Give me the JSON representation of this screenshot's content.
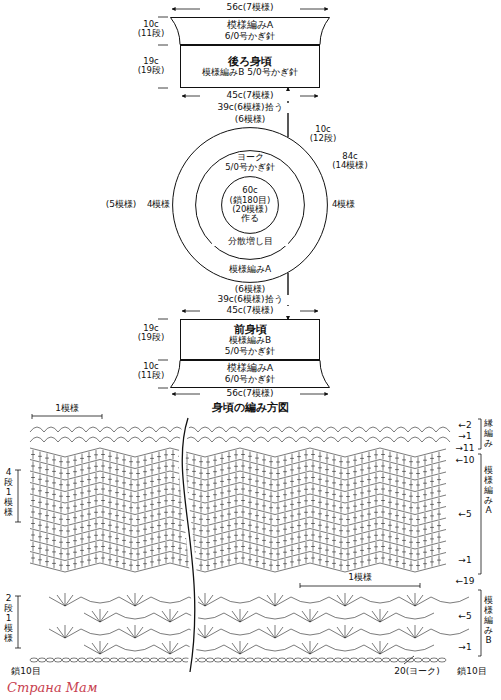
{
  "diagram": {
    "nodes": [
      {
        "text": [
          "模様編みA",
          "6/0号かぎ針"
        ]
      },
      {
        "text": [
          "後ろ身頃",
          "模様編みB 5/0号かぎ針"
        ]
      },
      {
        "text": [
          "模様編みA"
        ]
      },
      {
        "text": [
          "ヨーク",
          "5/0号かぎ針"
        ],
        "in": 2
      },
      {
        "text": [
          "60c (鎖180目) (20模様) 作る"
        ],
        "in": 3
      },
      {
        "text": [
          "前身頃",
          "模様編みB",
          "5/0号かぎ針"
        ]
      },
      {
        "text": [
          "模様編みA",
          "6/0号かぎ針"
        ]
      }
    ],
    "edges": [
      {
        "from": 2,
        "to": 1,
        "arrow": "to"
      },
      {
        "from": 2,
        "to": 5,
        "arrow": "to"
      }
    ],
    "labels": [
      "56c(7模様)",
      "10c (11段)",
      "19c (19段)",
      "45c(7模様)",
      "39c(6模様)拾う",
      "(6模様)",
      "(5模様)",
      "4模様",
      "4模様",
      "10c (12段)",
      "84c (14模様)",
      "分散増し目",
      "(6模様)",
      "39c(6模様)拾う",
      "45c(7模様)",
      "19c (19段)",
      "10c (11段)",
      "56c(7模様)",
      "身頃の編み方図",
      "1模様",
      "1模様",
      "4段1模様",
      "2段1模様",
      "縁編み",
      "模様編みA",
      "模様編みB",
      "←2",
      "→1",
      "→11",
      "←10",
      "←5",
      "→1",
      "←19",
      "←5",
      "→1",
      "鎖10目",
      "20(ヨーク)",
      "鎖10目",
      "Страна Мам"
    ]
  }
}
